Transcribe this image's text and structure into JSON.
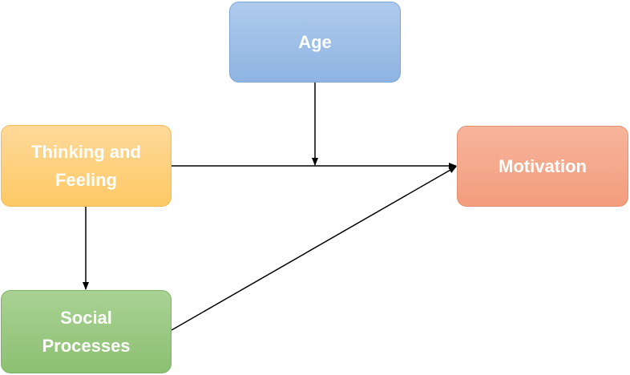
{
  "diagram": {
    "nodes": {
      "age": {
        "label": "Age",
        "color": "#9bbde6"
      },
      "thinking": {
        "label": "Thinking and\nFeeling",
        "color": "#fecf7c"
      },
      "social": {
        "label": "Social\nProcesses",
        "color": "#9bc982"
      },
      "motivation": {
        "label": "Motivation",
        "color": "#f5a98c"
      }
    },
    "edges": [
      {
        "from": "Thinking and Feeling",
        "to": "Motivation"
      },
      {
        "from": "Age",
        "to": "Thinking and Feeling → Motivation (moderation)"
      },
      {
        "from": "Thinking and Feeling",
        "to": "Social Processes"
      },
      {
        "from": "Social Processes",
        "to": "Motivation"
      }
    ]
  }
}
